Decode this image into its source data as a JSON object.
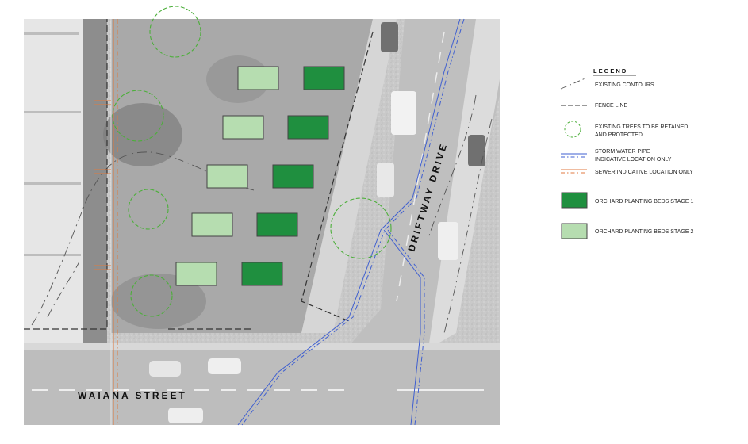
{
  "map": {
    "streets": {
      "waiana": "WAIANA   STREET",
      "driftway": "DRIFTWAY   DRIVE"
    },
    "trees_count": 5,
    "beds": {
      "stage1_count": 5,
      "stage2_count": 5
    }
  },
  "legend": {
    "title": "LEGEND",
    "items": [
      {
        "key": "contours",
        "label": "EXISTING CONTOURS"
      },
      {
        "key": "fence",
        "label": "FENCE LINE"
      },
      {
        "key": "trees",
        "label_line1": "EXISTING TREES TO BE RETAINED",
        "label_line2": "AND PROTECTED"
      },
      {
        "key": "storm",
        "label_line1": "STORM WATER PIPE",
        "label_line2": "INDICATIVE LOCATION ONLY"
      },
      {
        "key": "sewer",
        "label": "SEWER INDICATIVE LOCATION ONLY"
      },
      {
        "key": "stage1",
        "label": "ORCHARD PLANTING BEDS STAGE 1"
      },
      {
        "key": "stage2",
        "label": "ORCHARD PLANTING BEDS STAGE 2"
      }
    ]
  },
  "colors": {
    "stage1_fill": "#1f8f3f",
    "stage2_fill": "#b6ddb0",
    "tree_stroke": "#4caf3a",
    "storm": "#3f5fd0",
    "sewer": "#e07a40",
    "fence": "#333333",
    "contour": "#555555"
  }
}
